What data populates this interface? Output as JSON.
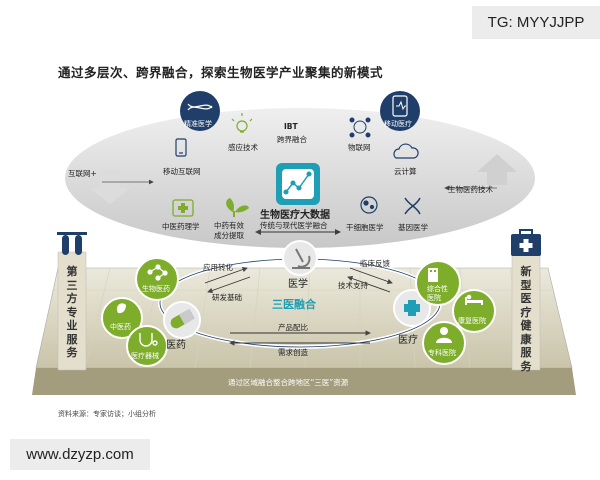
{
  "title": "通过多层次、跨界融合，探索生物医学产业聚集的新模式",
  "source": "资料来源：专家访谈；小组分析",
  "watermark_top": "TG: MYYJJPP",
  "watermark_bottom": "www.dzyzp.com",
  "top": {
    "ibt_title": "IBT",
    "ibt_sub": "跨界融合",
    "precision": "精准医学",
    "mobile_care": "移动医疗",
    "sensor": "感应技术",
    "iot": "物联网",
    "mobile_internet": "移动互联网",
    "cloud": "云计算",
    "tcm_pharma": "中医药理学",
    "tcm_extract": "中药有效\n成分提取",
    "bigdata_title": "生物医疗大数据",
    "bigdata_sub": "传统与现代医学融合",
    "stem_cell": "干细胞医学",
    "gene": "基因医学",
    "internet_plus": "互联网+",
    "biopharma_tech": "生物医药技术"
  },
  "middle": {
    "center": "三医融合",
    "medicine": "医药",
    "science": "医学",
    "treatment": "医疗",
    "app_transform": "应用转化",
    "research_base": "研发基础",
    "clinical_feedback": "临床反馈",
    "tech_support": "技术支持",
    "product_match": "产品配比",
    "demand_create": "需求创造",
    "biopharma": "生物医药",
    "tcm": "中医药",
    "devices": "医疗器械",
    "hospital": "综合性\n医院",
    "rehab": "康复医院",
    "specialty": "专科医院"
  },
  "left_side": "第三方专业服务",
  "right_side": "新型医疗健康服务",
  "bottom_bar": "通过区域融合整合跨地区“三医”资源",
  "colors": {
    "navy": "#1f3f6a",
    "green": "#7eac2b",
    "teal": "#1f9fb5",
    "gray": "#c9c9c9",
    "floor": "#b8b39a"
  },
  "icons": [
    "dna-icon",
    "heart-phone-icon",
    "bulb-icon",
    "phone-icon",
    "network-icon",
    "cloud-icon",
    "first-aid-icon",
    "plant-icon",
    "chart-icon",
    "cell-icon",
    "helix-icon",
    "microscope-icon",
    "pill-icon",
    "caduceus-icon",
    "test-tube-icon",
    "medical-kit-icon"
  ]
}
